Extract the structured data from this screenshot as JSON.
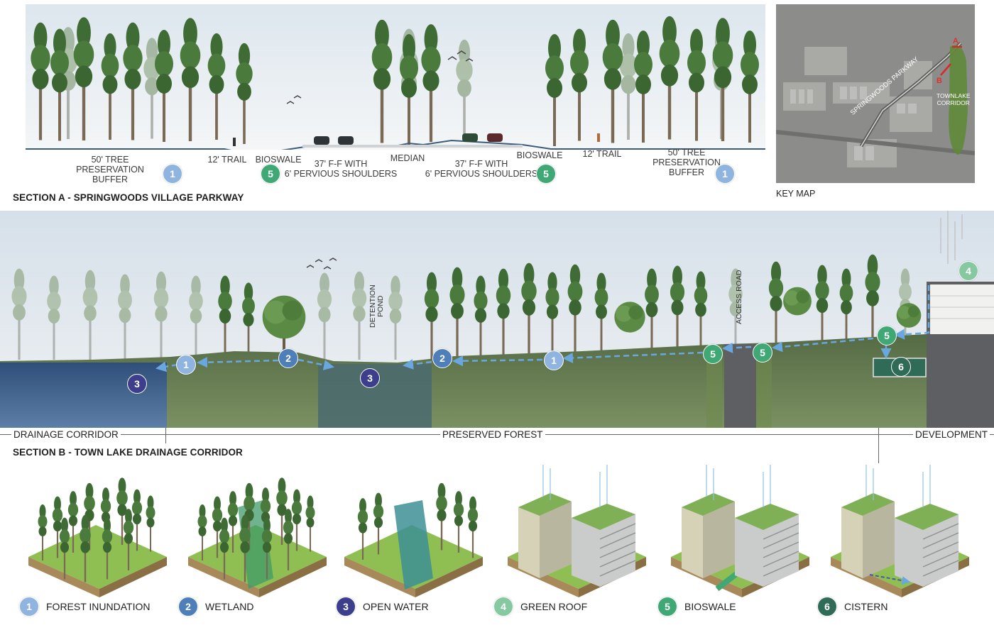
{
  "section_a": {
    "title": "SECTION A - SPRINGWOODS VILLAGE PARKWAY",
    "labels": {
      "buffer_left": "50' TREE PRESERVATION\nBUFFER",
      "trail_left": "12' TRAIL",
      "bioswale_left": "BIOSWALE",
      "lanes_left": "37' F-F WITH\n6' PERVIOUS SHOULDERS",
      "median": "MEDIAN",
      "lanes_right": "37' F-F WITH\n6' PERVIOUS SHOULDERS",
      "bioswale_right": "BIOSWALE",
      "trail_right": "12' TRAIL",
      "buffer_right": "50' TREE PRESERVATION\nBUFFER"
    },
    "badges": [
      "1",
      "5",
      "5",
      "1"
    ]
  },
  "key_map": {
    "title": "KEY MAP",
    "road_label": "SPRINGWOODS PARKWAY",
    "corridor_label": "TOWNLAKE\nCORRIDOR",
    "marker_a": "A",
    "marker_b": "B"
  },
  "section_b": {
    "title": "SECTION B - TOWN LAKE DRAINAGE CORRIDOR",
    "zones": {
      "drainage": "DRAINAGE CORRIDOR",
      "forest": "PRESERVED FOREST",
      "development": "DEVELOPMENT"
    },
    "labels": {
      "detention_pond": "DETENTION\nPOND",
      "access_road": "ACCESS ROAD"
    },
    "badges": [
      "3",
      "1",
      "2",
      "3",
      "2",
      "1",
      "5",
      "5",
      "5",
      "6",
      "4"
    ]
  },
  "legend": [
    {
      "number": "1",
      "label": "FOREST INUNDATION",
      "color": "#8fb4df"
    },
    {
      "number": "2",
      "label": "WETLAND",
      "color": "#4f7fb8"
    },
    {
      "number": "3",
      "label": "OPEN WATER",
      "color": "#3d3f8c"
    },
    {
      "number": "4",
      "label": "GREEN ROOF",
      "color": "#86c9a0"
    },
    {
      "number": "5",
      "label": "BIOSWALE",
      "color": "#3fa874"
    },
    {
      "number": "6",
      "label": "CISTERN",
      "color": "#2f6b57"
    }
  ],
  "icons": [
    "tree-icon",
    "car-icon",
    "bird-icon",
    "building-icon",
    "flow-arrow-icon"
  ]
}
